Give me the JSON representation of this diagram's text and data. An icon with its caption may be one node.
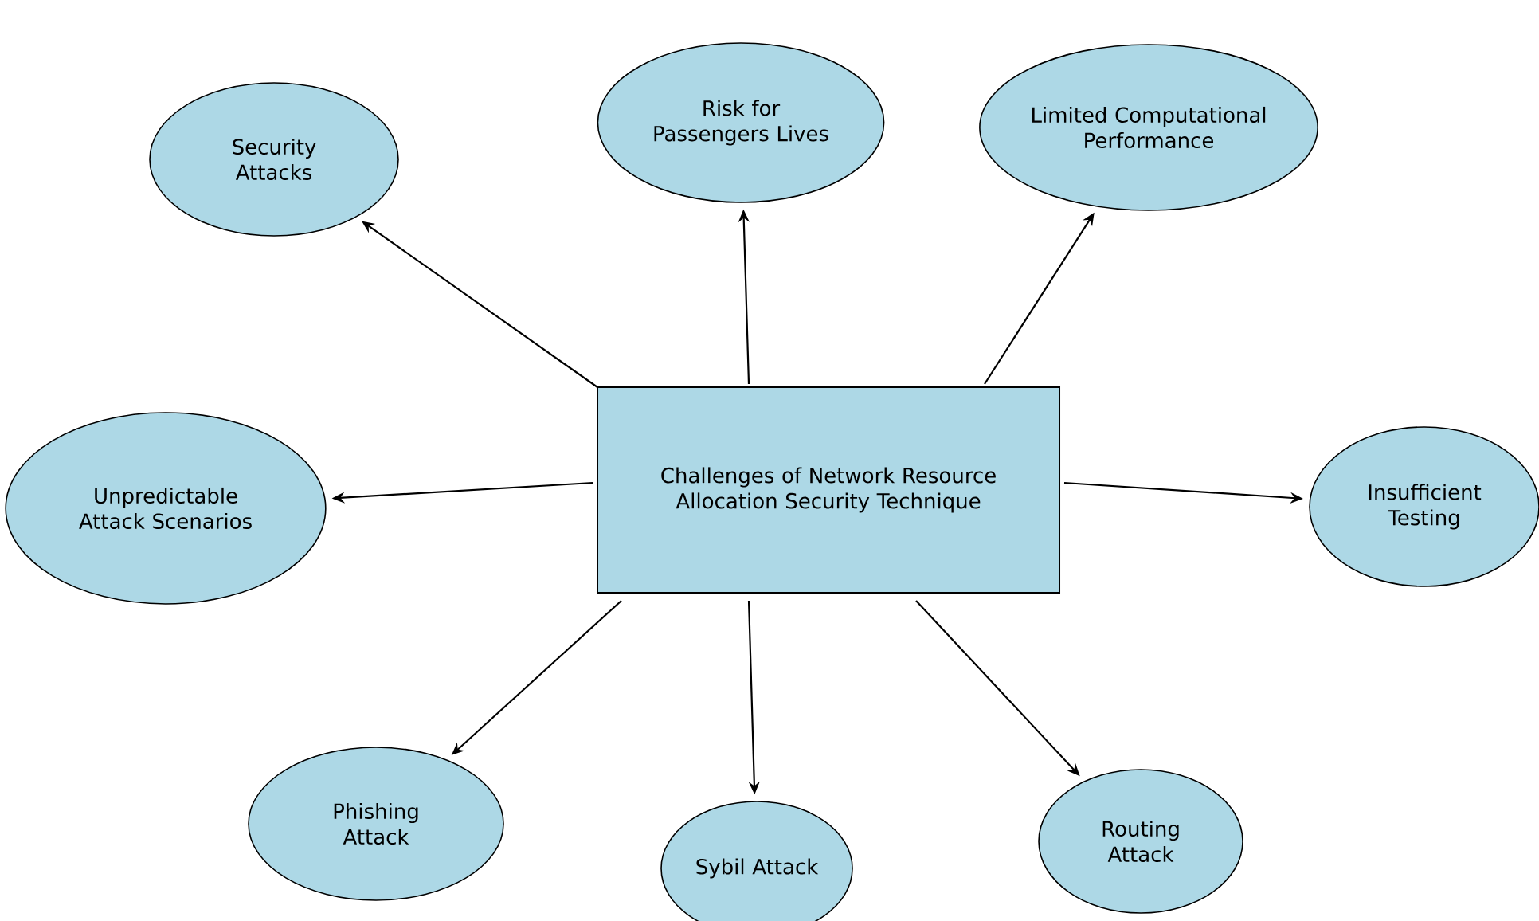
{
  "diagram": {
    "nodes": [
      {
        "text": [
          "Challenges of Network Resource Allocation Security Technique"
        ]
      },
      {
        "text": [
          "Security Attacks"
        ]
      },
      {
        "text": [
          "Risk for Passengers Lives"
        ]
      },
      {
        "text": [
          "Limited Computational Performance"
        ]
      },
      {
        "text": [
          "Unpredictable Attack Scenarios"
        ]
      },
      {
        "text": [
          "Insufficient Testing"
        ]
      },
      {
        "text": [
          "Phishing Attack"
        ]
      },
      {
        "text": [
          "Sybil Attack"
        ]
      },
      {
        "text": [
          "Routing Attack"
        ]
      }
    ],
    "edges": [
      {
        "from": 0,
        "to": 1,
        "arrow": "to"
      },
      {
        "from": 0,
        "to": 2,
        "arrow": "to"
      },
      {
        "from": 0,
        "to": 3,
        "arrow": "to"
      },
      {
        "from": 0,
        "to": 4,
        "arrow": "to"
      },
      {
        "from": 0,
        "to": 5,
        "arrow": "to"
      },
      {
        "from": 0,
        "to": 6,
        "arrow": "to"
      },
      {
        "from": 0,
        "to": 7,
        "arrow": "to"
      },
      {
        "from": 0,
        "to": 8,
        "arrow": "to"
      }
    ]
  }
}
